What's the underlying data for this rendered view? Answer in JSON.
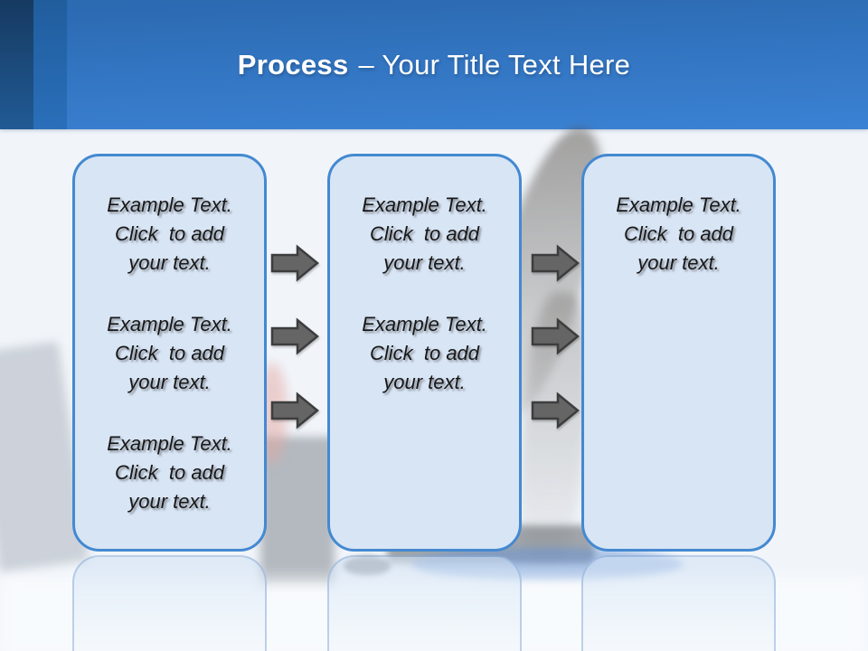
{
  "header": {
    "title_bold": "Process",
    "title_rest": "– Your Title Text Here"
  },
  "boxes": [
    {
      "name": "box-1",
      "blocks": [
        {
          "lines": [
            "Example Text.",
            "Click  to add",
            "your text."
          ]
        },
        {
          "lines": [
            "Example Text.",
            "Click  to add",
            "your text."
          ]
        },
        {
          "lines": [
            "Example Text.",
            "Click  to add",
            "your text."
          ]
        }
      ]
    },
    {
      "name": "box-2",
      "blocks": [
        {
          "lines": [
            "Example Text.",
            "Click  to add",
            "your text."
          ]
        },
        {
          "lines": [
            "Example Text.",
            "Click  to add",
            "your text."
          ]
        }
      ]
    },
    {
      "name": "box-3",
      "blocks": [
        {
          "lines": [
            "Example Text.",
            "Click  to add",
            "your text."
          ]
        }
      ]
    }
  ],
  "arrows": {
    "direction": "right",
    "count_between_box1_box2": 3,
    "count_between_box2_box3": 3
  },
  "colors": {
    "page_bg": "#f1f5fa",
    "band_top": "#2b69b0",
    "band_bottom": "#3b82d4",
    "stripe1_top": "#163a61",
    "stripe1_bottom": "#215a95",
    "stripe2_top": "#205d9d",
    "stripe2_bottom": "#2a6fba",
    "box_fill": "#d8e5f5",
    "box_border": "#4489d1",
    "arrow_fill": "#656565",
    "arrow_stroke": "#3d3d3d",
    "title_color": "#ffffff"
  }
}
